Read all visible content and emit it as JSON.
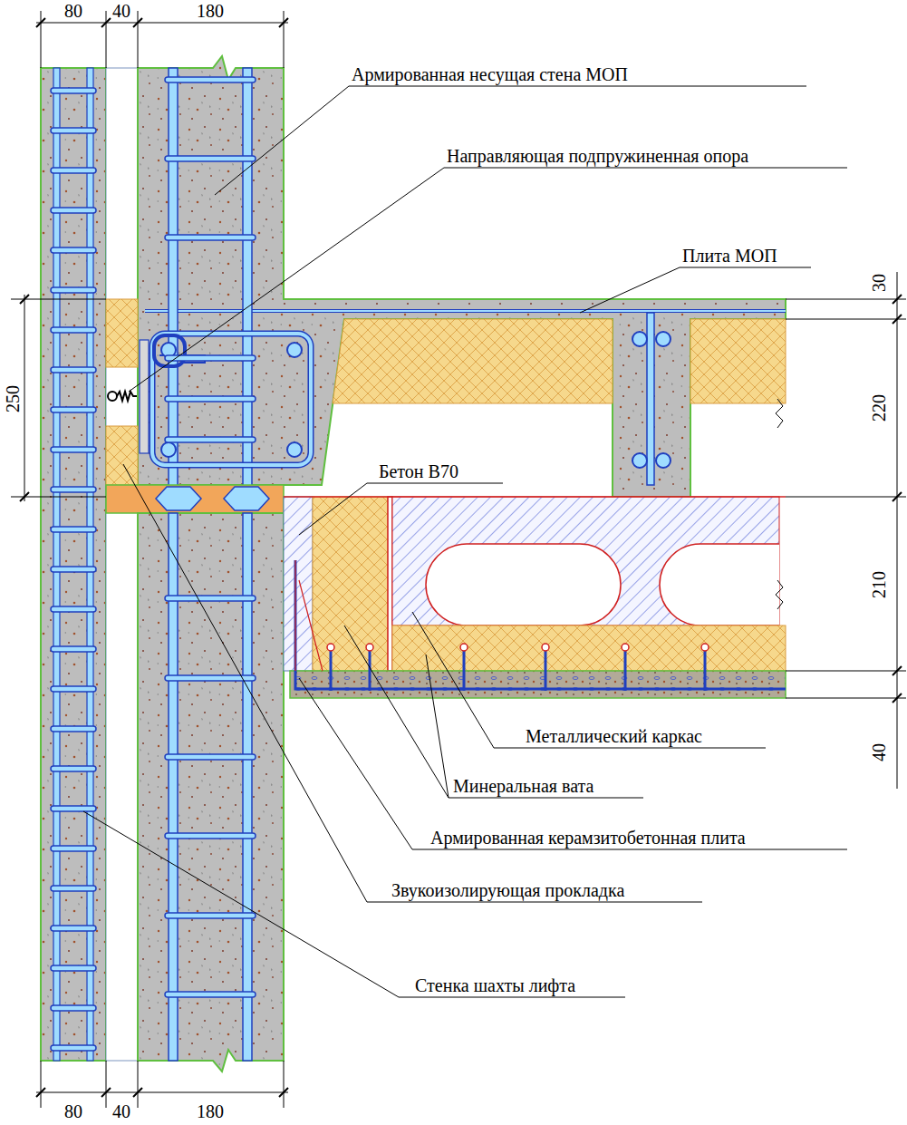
{
  "diagram": {
    "labels": [
      "80",
      "40",
      "180",
      "Армированная несущая стена МОП",
      "Направляющая подпружиненная опора",
      "Плита МОП",
      "30",
      "250",
      "220",
      "Бетон В70",
      "210",
      "Металлический каркас",
      "40",
      "Минеральная вата",
      "Армированная керамзитобетонная плита",
      "Звукоизолирующая прокладка",
      "Стенка шахты лифта",
      "80",
      "40",
      "180"
    ]
  }
}
